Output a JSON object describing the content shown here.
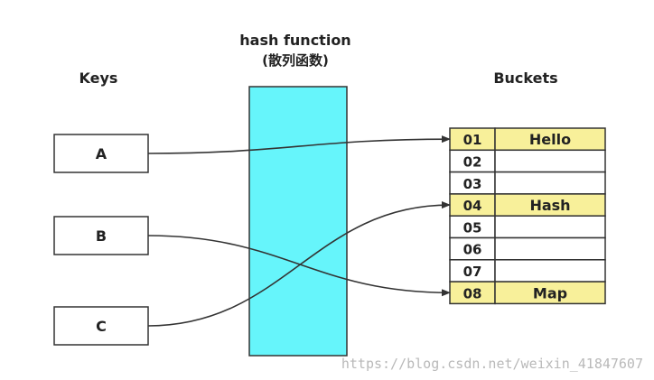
{
  "labels": {
    "keys_header": "Keys",
    "function_title": "hash function",
    "function_subtitle": "(散列函数)",
    "buckets_header": "Buckets",
    "watermark": "https://blog.csdn.net/weixin_41847607"
  },
  "keys": [
    "A",
    "B",
    "C"
  ],
  "buckets": [
    {
      "index": "01",
      "value": "Hello",
      "highlighted": true
    },
    {
      "index": "02",
      "value": "",
      "highlighted": false
    },
    {
      "index": "03",
      "value": "",
      "highlighted": false
    },
    {
      "index": "04",
      "value": "Hash",
      "highlighted": true
    },
    {
      "index": "05",
      "value": "",
      "highlighted": false
    },
    {
      "index": "06",
      "value": "",
      "highlighted": false
    },
    {
      "index": "07",
      "value": "",
      "highlighted": false
    },
    {
      "index": "08",
      "value": "Map",
      "highlighted": true
    }
  ],
  "mappings": [
    {
      "from": "A",
      "to": "01"
    },
    {
      "from": "B",
      "to": "08"
    },
    {
      "from": "C",
      "to": "04"
    }
  ],
  "colors": {
    "function_fill": "#66f5fb",
    "highlight_fill": "#f8f09a",
    "stroke": "#333333",
    "watermark": "#b9b9b9"
  }
}
